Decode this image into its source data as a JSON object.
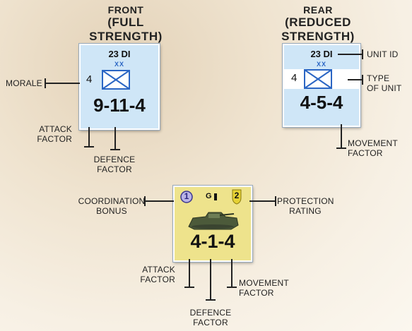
{
  "front": {
    "title_line1": "FRONT",
    "title_line2": "(FULL STRENGTH)",
    "unit_id": "23 DI",
    "size": "XX",
    "morale": "4",
    "factors": "9-11-4"
  },
  "rear": {
    "title_line1": "REAR",
    "title_line2": "(REDUCED STRENGTH)",
    "unit_id": "23 DI",
    "size": "XX",
    "morale": "4",
    "factors": "4-5-4"
  },
  "tank": {
    "coordination": "1",
    "unit_id": "G",
    "protection": "2",
    "factors": "4-1-4"
  },
  "labels": {
    "morale": "MORALE",
    "attack_factor": "ATTACK\nFACTOR",
    "defence_factor": "DEFENCE\nFACTOR",
    "unit_id": "UNIT ID",
    "type_of_unit": "TYPE\nOF UNIT",
    "movement_factor": "MOVEMENT\nFACTOR",
    "coordination_bonus": "COORDINATION\nBONUS",
    "protection_rating": "PROTECTION\nRATING",
    "attack_factor_2": "ATTACK\nFACTOR",
    "movement_factor_2": "MOVEMENT\nFACTOR",
    "defence_factor_2": "DEFENCE\nFACTOR"
  },
  "colors": {
    "counter_blue": "#cfe6f7",
    "counter_yellow": "#eee38c",
    "nato_blue": "#2b66c4"
  }
}
